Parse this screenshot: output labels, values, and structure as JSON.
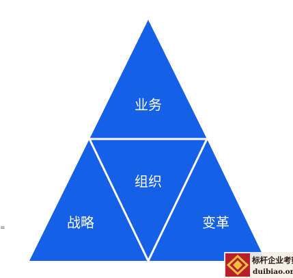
{
  "diagram": {
    "segments": {
      "top": "业务",
      "center": "组织",
      "left": "战略",
      "right": "变革"
    },
    "side_mark": "=",
    "colors": {
      "fill": "#1560e6",
      "divider": "#ffffff",
      "text": "#ffffff"
    }
  },
  "watermark": {
    "brand_cn": "标杆企业考察",
    "domain": "duibiao.org",
    "logo_icon": "diamond-logo-icon"
  }
}
